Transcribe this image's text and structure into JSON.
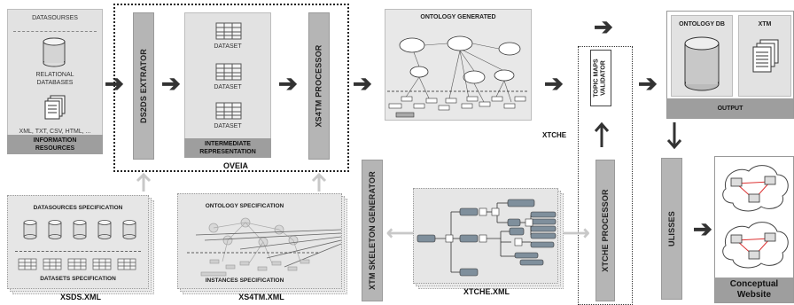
{
  "info_resources": {
    "top_label": "DATASOURSES",
    "db_label_1": "RELATIONAL",
    "db_label_2": "DATABASES",
    "files_label": "XML, TXT, CSV, HTML, ...",
    "footer_1": "INFORMATION",
    "footer_2": "RESOURCES"
  },
  "oveia": {
    "label": "OVEIA",
    "extractor": "DS2DS EXTRATOR",
    "datasets": [
      "DATASET",
      "DATASET",
      "DATASET"
    ],
    "footer_1": "INTERMEDIATE",
    "footer_2": "REPRESENTATION",
    "processor": "XS4TM PROCESSOR"
  },
  "ontology_generated": {
    "title": "ONTOLOGY GENERATED"
  },
  "validator": {
    "line1": "TOPIC MAPS",
    "line2": "VALIDATOR"
  },
  "xtche_label": "XTCHE",
  "xtche_processor": "XTCHE PROCESSOR",
  "output": {
    "ontology_db": "ONTOLOGY DB",
    "xtm": "XTM",
    "footer": "OUTPUT"
  },
  "ulisses": "ULISSES",
  "website": {
    "line1": "Conceptual",
    "line2": "Website"
  },
  "xsds": {
    "spec_top": "DATASOURCES SPECIFICATION",
    "spec_bottom": "DATASETS SPECIFICATION",
    "caption": "XSDS.XML"
  },
  "xs4tm": {
    "spec_top": "ONTOLOGY SPECIFICATION",
    "spec_bottom": "INSTANCES SPECIFICATION",
    "caption": "XS4TM.XML"
  },
  "skeleton_generator": "XTM SKELETON GENERATOR",
  "xtche_xml": "XTCHE.XML"
}
